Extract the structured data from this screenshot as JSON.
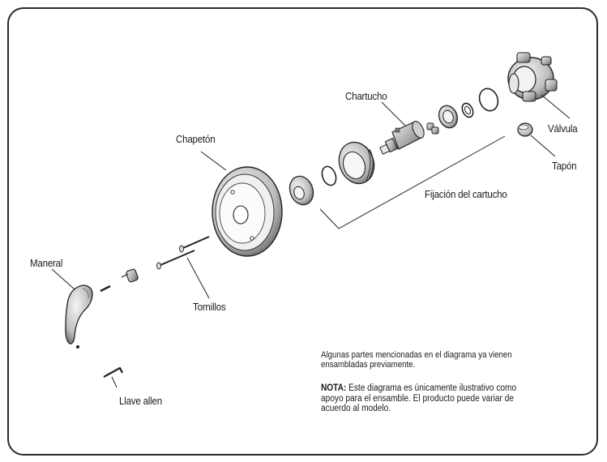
{
  "labels": {
    "chartucho": "Chartucho",
    "valvula": "Válvula",
    "tapon": "Tapón",
    "chapeton": "Chapetón",
    "fijacion": "Fijación del cartucho",
    "maneral": "Maneral",
    "tornillos": "Tornillos",
    "llave": "Llave allen"
  },
  "notes": {
    "line1": "Algunas partes mencionadas en el diagrama ya vienen",
    "line2": "ensambladas previamente.",
    "nota_label": "NOTA:",
    "nota_line1": " Este diagrama es únicamente ilustrativo como",
    "nota_line2": "apoyo para el ensamble. El producto puede variar de",
    "nota_line3": "acuerdo al modelo."
  },
  "colors": {
    "border": "#2a2a2a",
    "ink": "#1a1a1a",
    "part_fill": "#d9d9d9",
    "part_shade": "#8c8c8c"
  }
}
